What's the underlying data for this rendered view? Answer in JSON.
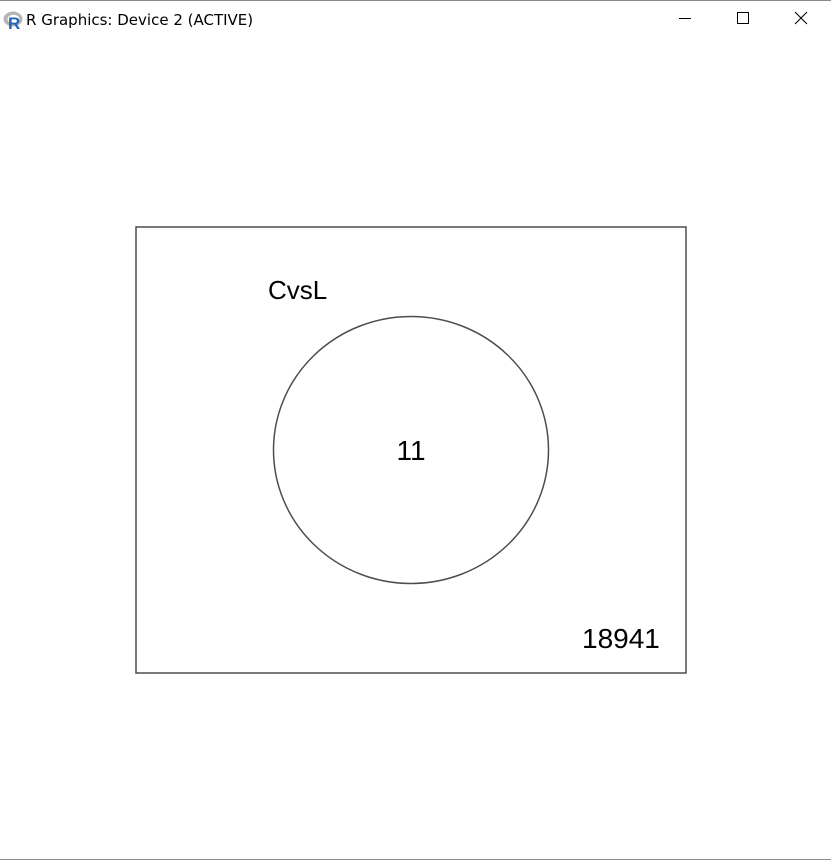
{
  "window": {
    "title": "R Graphics: Device 2 (ACTIVE)",
    "icon": "r-logo-icon",
    "buttons": {
      "minimize": "minimize-icon",
      "maximize": "maximize-icon",
      "close": "close-icon"
    }
  },
  "venn": {
    "set_label": "CvsL",
    "inside_count": "11",
    "outside_count": "18941"
  },
  "colors": {
    "outline": "#4d4d4d",
    "r_logo_blue": "#2266b8",
    "r_logo_grey": "#b5b5b5"
  }
}
